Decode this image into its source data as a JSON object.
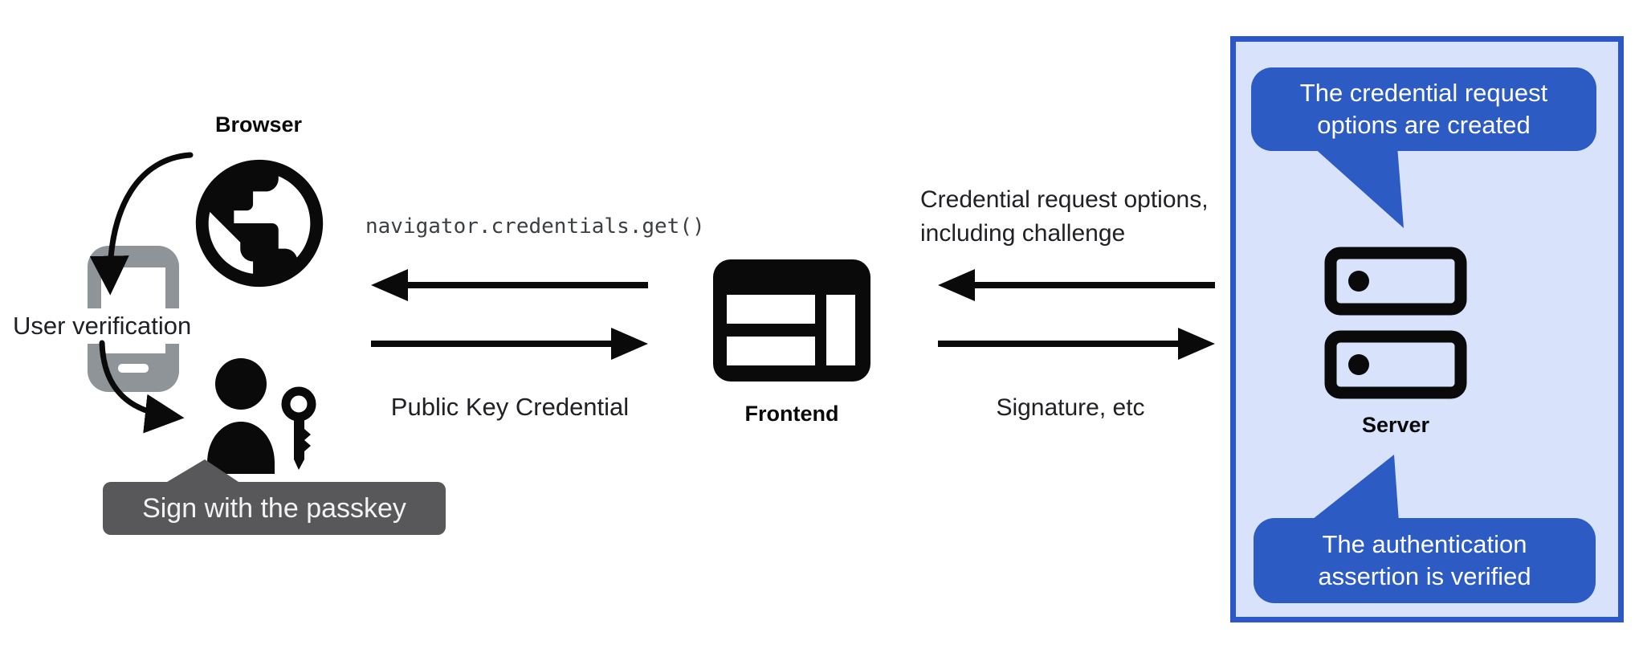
{
  "colors": {
    "accent_blue": "#2d5bc4",
    "panel_border_blue": "#2b57c8",
    "panel_fill_blue": "#d8e3fb",
    "badge_gray": "#58585a",
    "phone_gray": "#8f9499",
    "icon_black": "#0a0a0a",
    "text_dark": "#202124"
  },
  "left_group": {
    "browser_label": "Browser",
    "user_verification_label": "User verification",
    "passkey_badge_label": "Sign with the passkey"
  },
  "flow_left": {
    "code_label": "navigator.credentials.get()",
    "public_key_label": "Public Key Credential"
  },
  "frontend": {
    "label": "Frontend"
  },
  "flow_right": {
    "request_options_line1": "Credential request options,",
    "request_options_line2": "including challenge",
    "signature_label": "Signature, etc"
  },
  "server_panel": {
    "bubble_top_line1": "The credential request",
    "bubble_top_line2": "options are created",
    "server_label": "Server",
    "bubble_bottom_line1": "The authentication",
    "bubble_bottom_line2": "assertion is verified"
  }
}
